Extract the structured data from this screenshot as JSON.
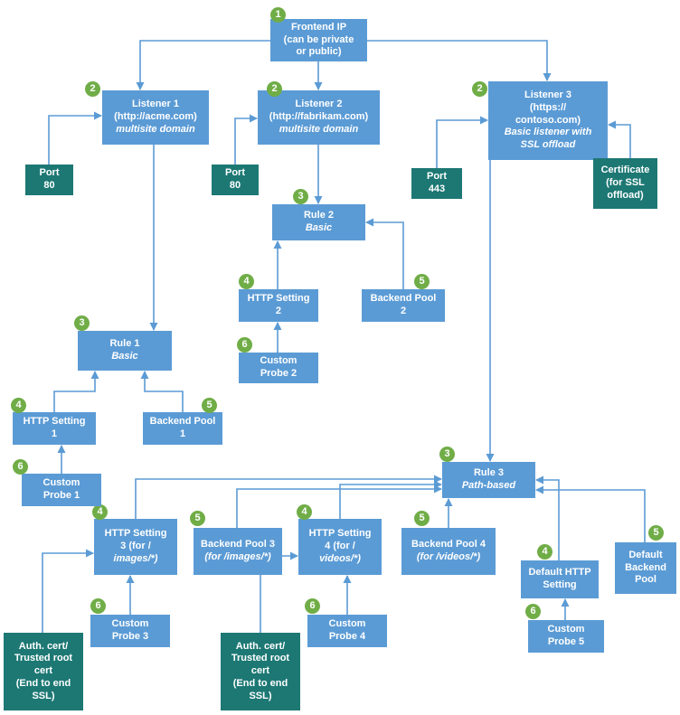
{
  "colors": {
    "node_blue": "#5B9BD5",
    "node_teal": "#1D7874",
    "badge_green": "#70AD47",
    "connector_blue": "#5B9BD5"
  },
  "nodes": {
    "frontend_ip": {
      "badge": "1",
      "text": "Frontend IP\n(can be private\nor public)",
      "italic": ""
    },
    "listener1": {
      "badge": "2",
      "text": "Listener 1\n(http://acme.com)",
      "italic": "multisite domain"
    },
    "listener2": {
      "badge": "2",
      "text": "Listener 2\n(http://fabrikam.com)",
      "italic": "multisite domain"
    },
    "listener3": {
      "badge": "2",
      "text": "Listener 3\n(https://\ncontoso.com)",
      "italic": "Basic listener with\nSSL offload"
    },
    "port80_a": {
      "badge": "",
      "text": "Port\n80",
      "italic": ""
    },
    "port80_b": {
      "badge": "",
      "text": "Port\n80",
      "italic": ""
    },
    "port443": {
      "badge": "",
      "text": "Port\n443",
      "italic": ""
    },
    "certificate": {
      "badge": "",
      "text": "Certificate\n(for SSL\noffload)",
      "italic": ""
    },
    "rule1": {
      "badge": "3",
      "text": "Rule 1",
      "italic": "Basic"
    },
    "rule2": {
      "badge": "3",
      "text": "Rule 2",
      "italic": "Basic"
    },
    "rule3": {
      "badge": "3",
      "text": "Rule 3",
      "italic": "Path-based"
    },
    "http_setting1": {
      "badge": "4",
      "text": "HTTP Setting\n1",
      "italic": ""
    },
    "http_setting2": {
      "badge": "4",
      "text": "HTTP Setting\n2",
      "italic": ""
    },
    "http_setting3": {
      "badge": "4",
      "text": "HTTP Setting\n3 (for /",
      "italic": "images/*)"
    },
    "http_setting4": {
      "badge": "4",
      "text": "HTTP Setting\n4 (for /",
      "italic": "videos/*)"
    },
    "default_http_setting": {
      "badge": "4",
      "text": "Default HTTP\nSetting",
      "italic": ""
    },
    "backend_pool1": {
      "badge": "5",
      "text": "Backend Pool\n1",
      "italic": ""
    },
    "backend_pool2": {
      "badge": "5",
      "text": "Backend Pool\n2",
      "italic": ""
    },
    "backend_pool3": {
      "badge": "5",
      "text": "Backend Pool 3",
      "italic": "(for /images/*)"
    },
    "backend_pool4": {
      "badge": "5",
      "text": "Backend Pool 4",
      "italic": "(for /videos/*)"
    },
    "default_backend_pool": {
      "badge": "5",
      "text": "Default\nBackend\nPool",
      "italic": ""
    },
    "custom_probe1": {
      "badge": "6",
      "text": "Custom\nProbe 1",
      "italic": ""
    },
    "custom_probe2": {
      "badge": "6",
      "text": "Custom\nProbe 2",
      "italic": ""
    },
    "custom_probe3": {
      "badge": "6",
      "text": "Custom\nProbe 3",
      "italic": ""
    },
    "custom_probe4": {
      "badge": "6",
      "text": "Custom\nProbe 4",
      "italic": ""
    },
    "custom_probe5": {
      "badge": "6",
      "text": "Custom\nProbe 5",
      "italic": ""
    },
    "auth_cert1": {
      "badge": "",
      "text": "Auth. cert/\nTrusted root\ncert\n(End to end\nSSL)",
      "italic": ""
    },
    "auth_cert2": {
      "badge": "",
      "text": "Auth. cert/\nTrusted root\ncert\n(End to end\nSSL)",
      "italic": ""
    }
  }
}
